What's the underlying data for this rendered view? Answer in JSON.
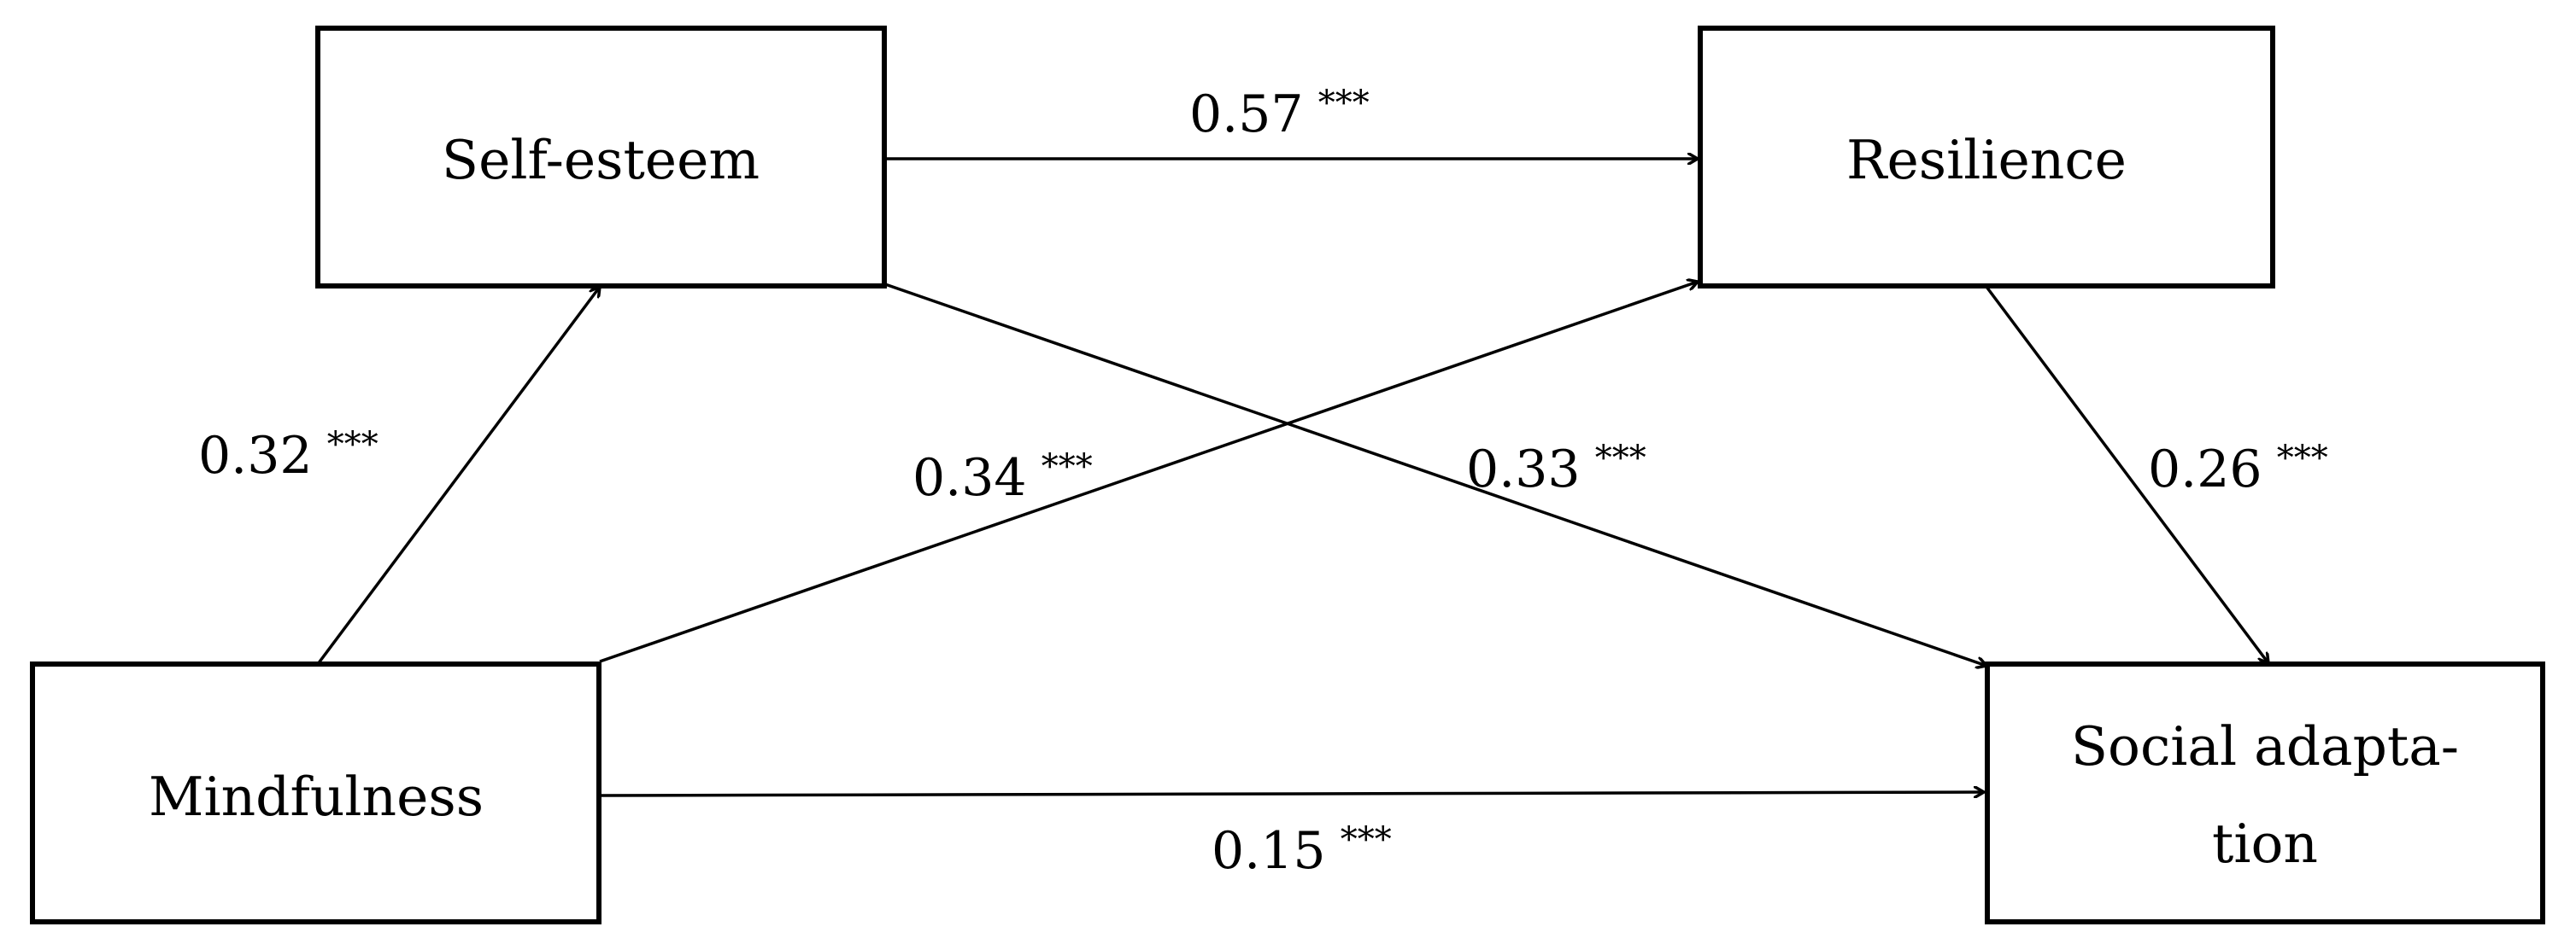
{
  "nodes": {
    "self_esteem": {
      "label": "Self-esteem"
    },
    "resilience": {
      "label": "Resilience"
    },
    "mindfulness": {
      "label": "Mindfulness"
    },
    "social_adaptation": {
      "line1": "Social adapta-",
      "line2": "tion"
    }
  },
  "paths": {
    "selfesteem_to_resilience": {
      "coef": "0.57",
      "sig": "***"
    },
    "mindfulness_to_selfesteem": {
      "coef": "0.32",
      "sig": "***"
    },
    "mindfulness_to_resilience": {
      "coef": "0.34",
      "sig": "***"
    },
    "selfesteem_to_social": {
      "coef": "0.33",
      "sig": "***"
    },
    "resilience_to_social": {
      "coef": "0.26",
      "sig": "***"
    },
    "mindfulness_to_social": {
      "coef": "0.15",
      "sig": "***"
    }
  },
  "colors": {
    "line": "#000000",
    "background": "#ffffff"
  }
}
